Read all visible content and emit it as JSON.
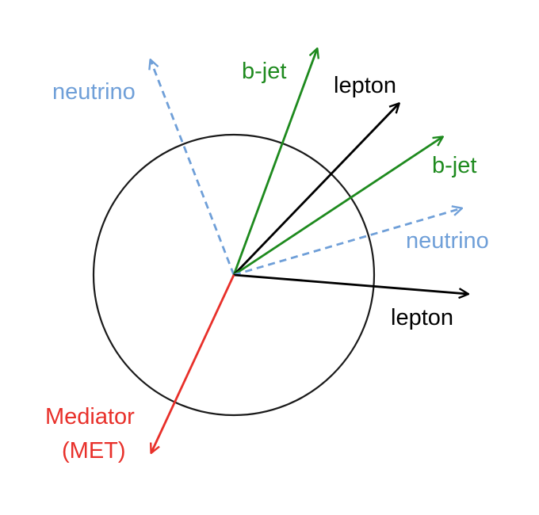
{
  "colors": {
    "neutrino": "#6f9fd8",
    "b_jet": "#1e8a1e",
    "lepton": "#000000",
    "mediator": "#e8302a",
    "circle": "#1a1a1a"
  },
  "labels": {
    "neutrino_top": "neutrino",
    "bjet_top": "b-jet",
    "lepton_top": "lepton",
    "bjet_right": "b-jet",
    "neutrino_right": "neutrino",
    "lepton_right": "lepton",
    "mediator_line1": "Mediator",
    "mediator_line2": "(MET)"
  }
}
